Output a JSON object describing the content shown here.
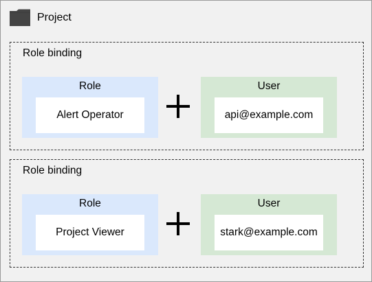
{
  "project": {
    "label": "Project",
    "icon": "folder-icon"
  },
  "colors": {
    "role_panel": "#dae8fc",
    "user_panel": "#d5e8d4",
    "folder": "#444444"
  },
  "bindings": [
    {
      "label": "Role binding",
      "role": {
        "title": "Role",
        "value": "Alert Operator"
      },
      "user": {
        "title": "User",
        "value": "api@example.com"
      },
      "connector_icon": "plus-icon"
    },
    {
      "label": "Role binding",
      "role": {
        "title": "Role",
        "value": "Project Viewer"
      },
      "user": {
        "title": "User",
        "value": "stark@example.com"
      },
      "connector_icon": "plus-icon"
    }
  ]
}
